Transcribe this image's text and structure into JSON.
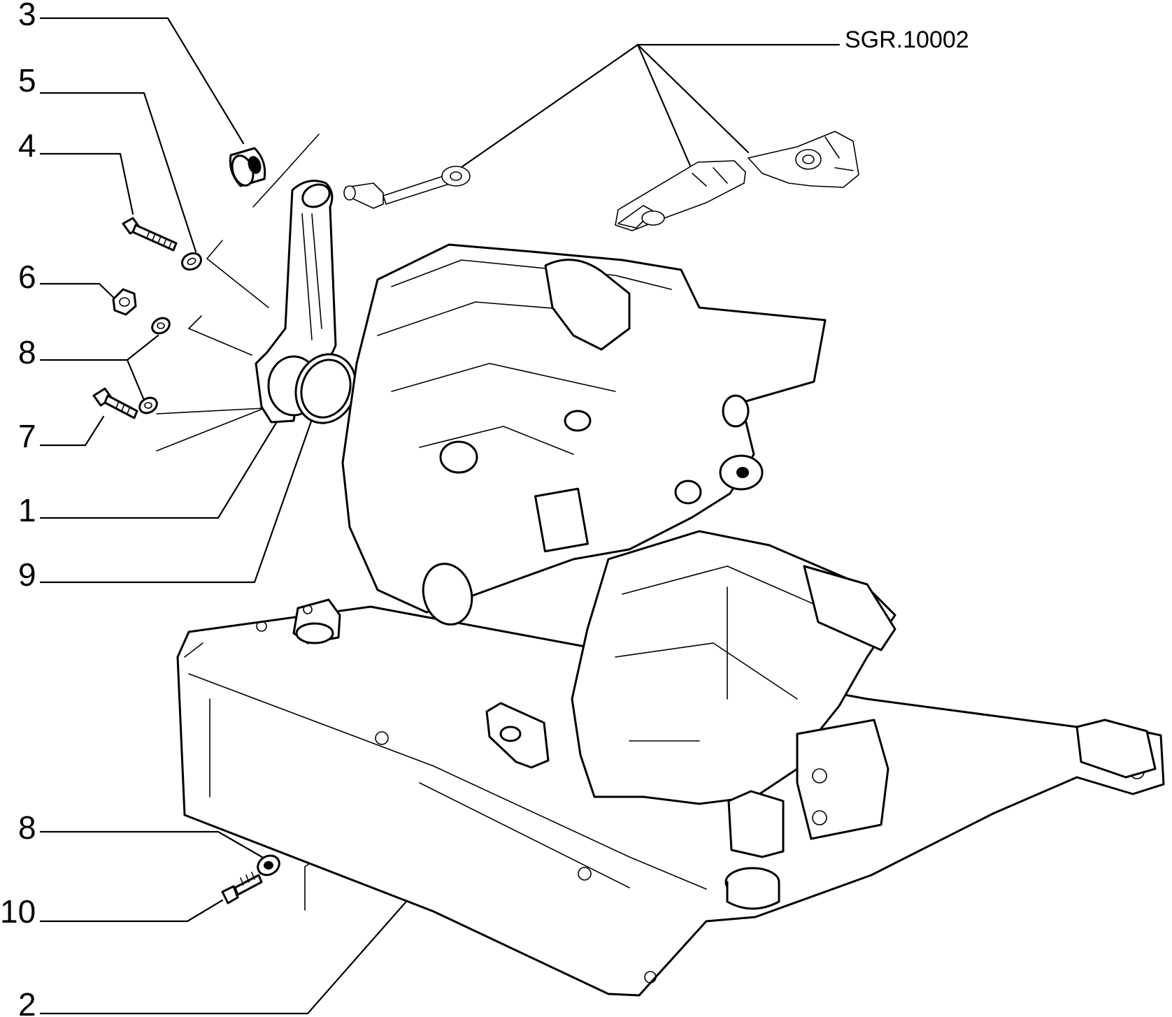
{
  "reference_code": "SGR.10002",
  "callouts": [
    {
      "id": "3",
      "label": "3"
    },
    {
      "id": "5",
      "label": "5"
    },
    {
      "id": "4",
      "label": "4"
    },
    {
      "id": "6",
      "label": "6"
    },
    {
      "id": "8a",
      "label": "8"
    },
    {
      "id": "7",
      "label": "7"
    },
    {
      "id": "1",
      "label": "1"
    },
    {
      "id": "9",
      "label": "9"
    },
    {
      "id": "8b",
      "label": "8"
    },
    {
      "id": "10",
      "label": "10"
    },
    {
      "id": "2",
      "label": "2"
    }
  ]
}
